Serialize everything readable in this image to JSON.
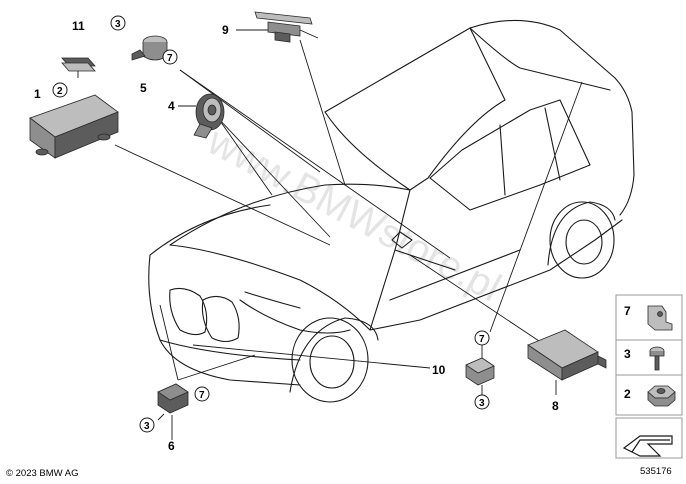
{
  "part_numbers": {
    "p1": "1",
    "p2": "2",
    "p3": "3",
    "p4": "4",
    "p5": "5",
    "p6": "6",
    "p7": "7",
    "p8": "8",
    "p9": "9",
    "p10": "10",
    "p11": "11"
  },
  "side_panel": {
    "p7": "7",
    "p3": "3",
    "p2": "2"
  },
  "watermark": "www.BMWstore.pl",
  "footer": {
    "copyright": "© 2023 BMW AG",
    "diagram_number": "535176"
  },
  "colors": {
    "part_fill": "#8e8e8e",
    "line": "#1a1a1a",
    "panel_border": "#9a9a9a"
  },
  "icons": [
    "arrow-icon",
    "nut-icon",
    "screw-icon",
    "clip-icon"
  ]
}
